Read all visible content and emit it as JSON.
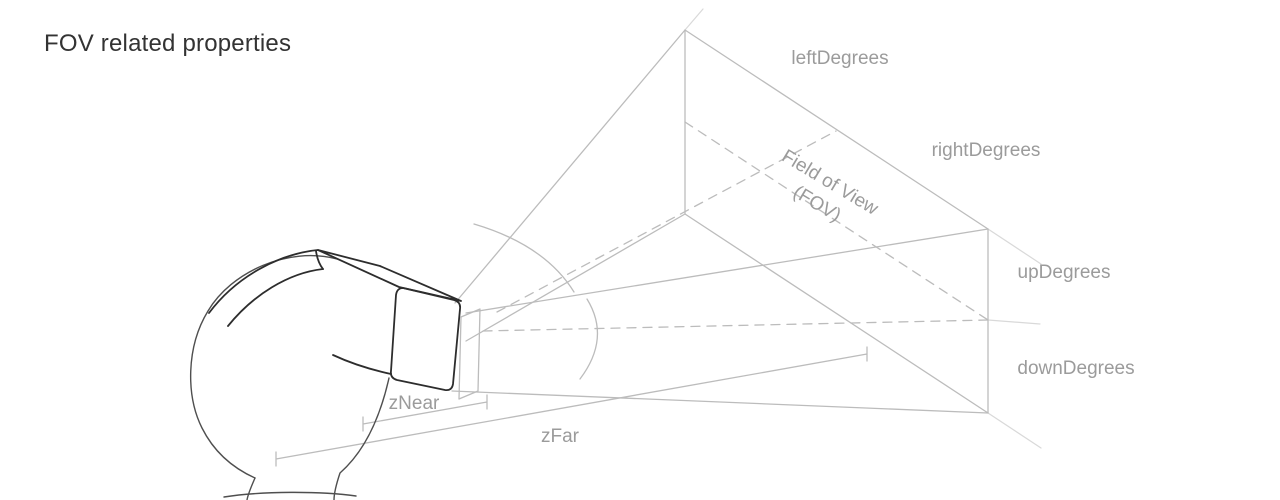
{
  "title": "FOV related properties",
  "diagram": {
    "labels": {
      "left_degrees": "leftDegrees",
      "right_degrees": "rightDegrees",
      "up_degrees": "upDegrees",
      "down_degrees": "downDegrees",
      "field_of_view_line1": "Field of View",
      "field_of_view_line2": "(FOV)",
      "z_near": "zNear",
      "z_far": "zFar"
    }
  },
  "colors": {
    "background": "#ffffff",
    "title_text": "#333333",
    "label_text": "#9b9b9b",
    "frustum_line": "#bcbcbc",
    "extension_line": "#d9d9d9",
    "head_line": "#4f4f4f",
    "headset_line": "#2d2d2d"
  }
}
